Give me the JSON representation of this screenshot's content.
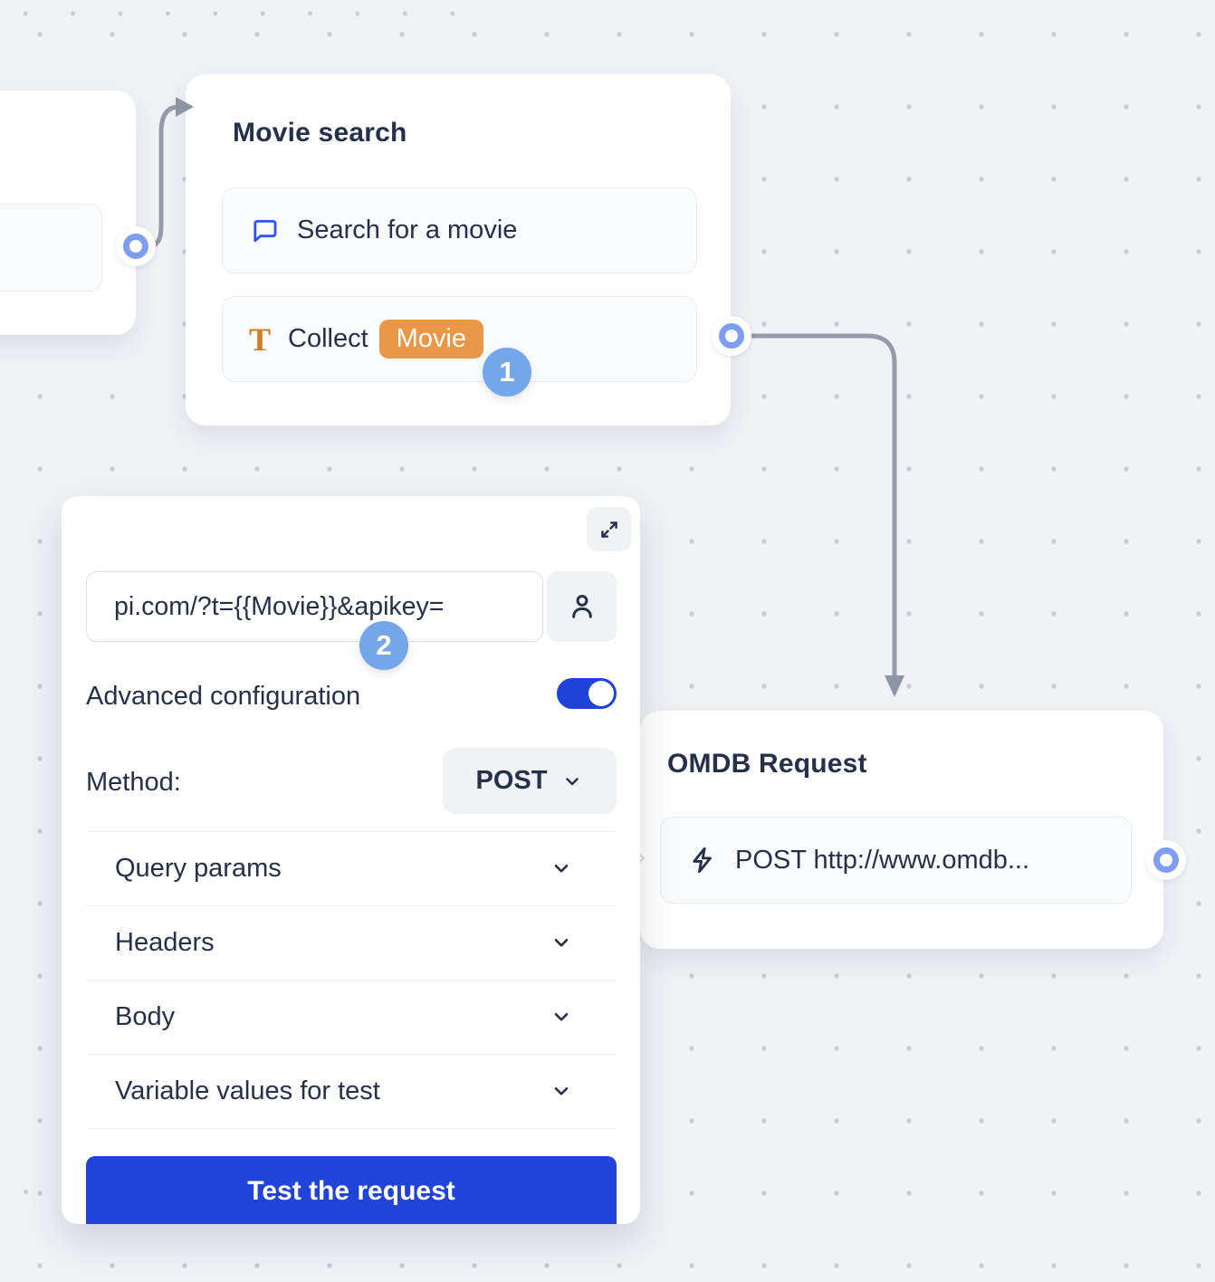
{
  "canvas": {
    "background_color": "#f0f2f6",
    "dot_color": "#c6cdda",
    "connector_color": "#959bab"
  },
  "colors": {
    "accent_blue": "#2143d8",
    "badge_blue": "#74a7ea",
    "port_ring_blue": "#7d9ef2",
    "chip_orange": "#eb9748",
    "icon_orange": "#d07c23",
    "icon_blue": "#2b58e8",
    "text_dark": "#25314a"
  },
  "nodes": {
    "movie_search": {
      "title": "Movie search",
      "badge": "1",
      "items": [
        {
          "icon": "chat-bubble-icon",
          "label": "Search for a movie"
        },
        {
          "icon": "text-t-icon",
          "label": "Collect",
          "chip": "Movie"
        }
      ]
    },
    "omdb": {
      "title": "OMDB Request",
      "items": [
        {
          "icon": "lightning-icon",
          "label": "POST http://www.omdb..."
        }
      ]
    }
  },
  "panel": {
    "badge": "2",
    "url_value": "pi.com/?t={{Movie}}&apikey=",
    "advanced_label": "Advanced configuration",
    "advanced_on": true,
    "method_label": "Method:",
    "method_value": "POST",
    "sections": [
      {
        "label": "Query params"
      },
      {
        "label": "Headers"
      },
      {
        "label": "Body"
      },
      {
        "label": "Variable values for test"
      }
    ],
    "test_button": "Test the request"
  }
}
